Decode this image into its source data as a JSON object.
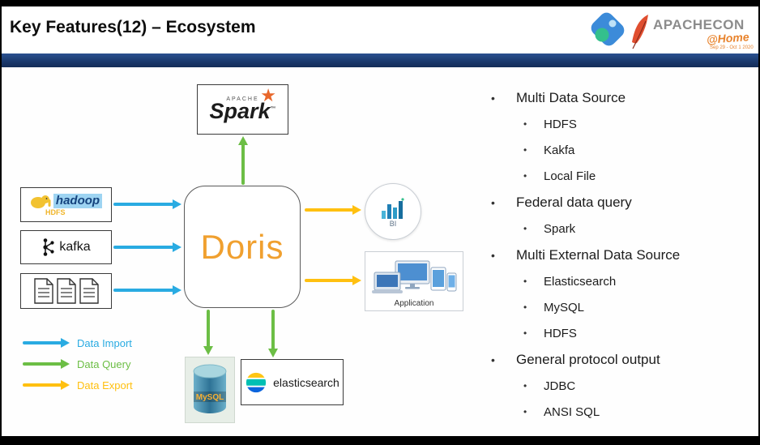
{
  "title": "Key Features(12) – Ecosystem",
  "header_logos": {
    "apachecon": "APACHECON",
    "at_home": "@Home",
    "dates": "Sep 29 - Oct 1 2020"
  },
  "diagram": {
    "doris": "Doris",
    "spark": {
      "apache": "APACHE",
      "name": "Spark",
      "tm": "™"
    },
    "hadoop": {
      "name": "hadoop",
      "sub": "HDFS"
    },
    "kafka": "kafka",
    "bi": "BI",
    "application": "Application",
    "mysql": "MySQL",
    "elasticsearch": "elasticsearch"
  },
  "legend": {
    "import": {
      "label": "Data Import",
      "color": "#29ABE2"
    },
    "query": {
      "label": "Data Query",
      "color": "#6CBE45"
    },
    "export": {
      "label": "Data Export",
      "color": "#FFC010"
    }
  },
  "features": {
    "items": [
      {
        "label": "Multi Data Source",
        "children": [
          "HDFS",
          "Kakfa",
          "Local File"
        ]
      },
      {
        "label": "Federal data query",
        "children": [
          "Spark"
        ]
      },
      {
        "label": "Multi External Data Source",
        "children": [
          "Elasticsearch",
          "MySQL",
          "HDFS"
        ]
      },
      {
        "label": "General protocol output",
        "children": [
          "JDBC",
          "ANSI SQL"
        ]
      }
    ]
  }
}
